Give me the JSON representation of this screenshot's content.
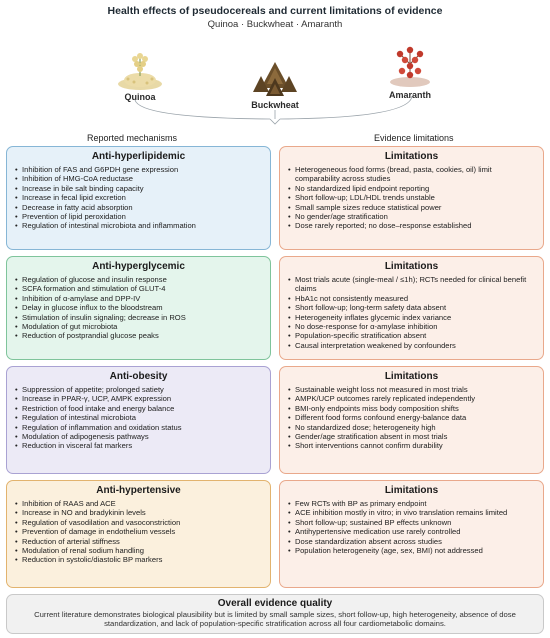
{
  "header": {
    "title": "Health effects of pseudocereals and current limitations of evidence",
    "subtitle": "Quinoa · Buckwheat · Amaranth"
  },
  "crops": {
    "quinoa": "Quinoa",
    "buckwheat": "Buckwheat",
    "amaranth": "Amaranth"
  },
  "columns": {
    "left": "Reported mechanisms",
    "right": "Evidence limitations"
  },
  "sections": [
    {
      "title": "Anti-hyperlipidemic",
      "items": [
        "Inhibition of FAS and G6PDH gene expression",
        "Inhibition of HMG-CoA reductase",
        "Increase in bile salt binding capacity",
        "Increase in fecal lipid excretion",
        "Decrease in fatty acid absorption",
        "Prevention of lipid peroxidation",
        "Regulation of intestinal microbiota and inflammation"
      ],
      "limitations_title": "Limitations",
      "limitations": [
        "Heterogeneous food forms (bread, pasta, cookies, oil) limit comparability across studies",
        "No standardized lipid endpoint reporting",
        "Short follow-up; LDL/HDL trends unstable",
        "Small sample sizes reduce statistical power",
        "No gender/age stratification",
        "Dose rarely reported; no dose–response established"
      ]
    },
    {
      "title": "Anti-hyperglycemic",
      "items": [
        "Regulation of glucose and insulin response",
        "SCFA formation and stimulation of GLUT-4",
        "Inhibition of α-amylase and DPP-IV",
        "Delay in glucose influx to the bloodstream",
        "Stimulation of insulin signaling; decrease in ROS",
        "Modulation of gut microbiota",
        "Reduction of postprandial glucose peaks"
      ],
      "limitations_title": "Limitations",
      "limitations": [
        "Most trials acute (single-meal / ≤1h); RCTs needed for clinical benefit claims",
        "HbA1c not consistently measured",
        "Short follow-up; long-term safety data absent",
        "Heterogeneity inflates glycemic index variance",
        "No dose-response for α-amylase inhibition",
        "Population-specific stratification absent",
        "Causal interpretation weakened by confounders"
      ]
    },
    {
      "title": "Anti-obesity",
      "items": [
        "Suppression of appetite; prolonged satiety",
        "Increase in PPAR-γ, UCP, AMPK expression",
        "Restriction of food intake and energy balance",
        "Regulation of intestinal microbiota",
        "Regulation of inflammation and oxidation status",
        "Modulation of adipogenesis pathways",
        "Reduction in visceral fat markers"
      ],
      "limitations_title": "Limitations",
      "limitations": [
        "Sustainable weight loss not measured in most trials",
        "AMPK/UCP outcomes rarely replicated independently",
        "BMI-only endpoints miss body composition shifts",
        "Different food forms confound energy-balance data",
        "No standardized dose; heterogeneity high",
        "Gender/age stratification absent in most trials",
        "Short interventions cannot confirm durability"
      ]
    },
    {
      "title": "Anti-hypertensive",
      "items": [
        "Inhibition of RAAS and ACE",
        "Increase in NO and bradykinin levels",
        "Regulation of vasodilation and vasoconstriction",
        "Prevention of damage in endothelium vessels",
        "Reduction of arterial stiffness",
        "Modulation of renal sodium handling",
        "Reduction in systolic/diastolic BP markers"
      ],
      "limitations_title": "Limitations",
      "limitations": [
        "Few RCTs with BP as primary endpoint",
        "ACE inhibition mostly in vitro; in vivo translation remains limited",
        "Short follow-up; sustained BP effects unknown",
        "Antihypertensive medication use rarely controlled",
        "Dose standardization absent across studies",
        "Population heterogeneity (age, sex, BMI) not addressed"
      ]
    }
  ],
  "overall": {
    "title": "Overall evidence quality",
    "text": "Current literature demonstrates biological plausibility but is limited by small sample sizes, short follow-up, high heterogeneity, absence of dose standardization, and lack of population-specific stratification across all four cardiometabolic domains."
  }
}
